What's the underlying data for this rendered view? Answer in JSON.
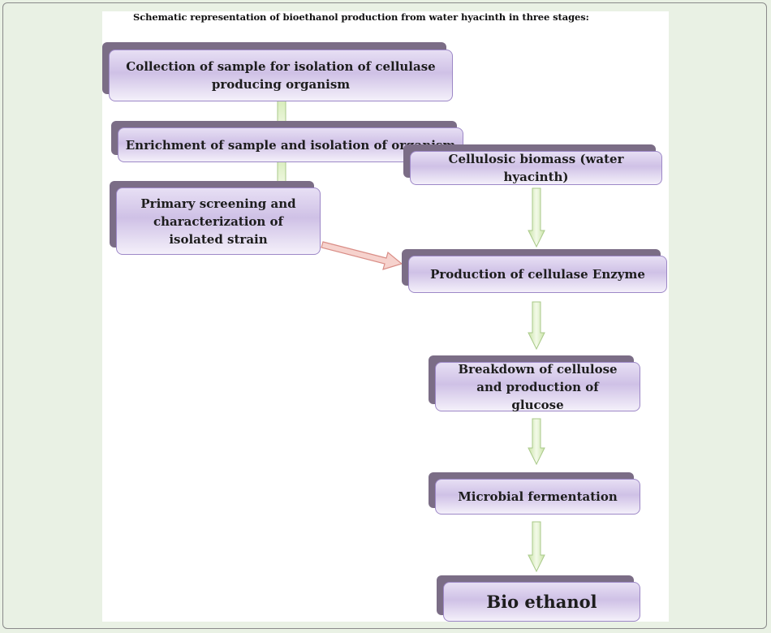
{
  "title": "Schematic representation of bioethanol production from water hyacinth in three stages:",
  "nodes": {
    "collection": "Collection of sample for isolation of cellulase producing organism",
    "enrichment": "Enrichment of sample and isolation of organism",
    "screening": "Primary screening and characterization of isolated strain",
    "biomass": "Cellulosic biomass (water hyacinth)",
    "production": "Production of cellulase Enzyme",
    "breakdown": "Breakdown of cellulose and production of glucose",
    "fermentation": "Microbial fermentation",
    "bioethanol": "Bio ethanol"
  },
  "colors": {
    "box_fill": "#d5c9ea",
    "box_shadow": "#7b6d86",
    "arrow_green": "#e4f4c8",
    "arrow_red": "#f3c7c2",
    "background": "#e9f1e4"
  }
}
